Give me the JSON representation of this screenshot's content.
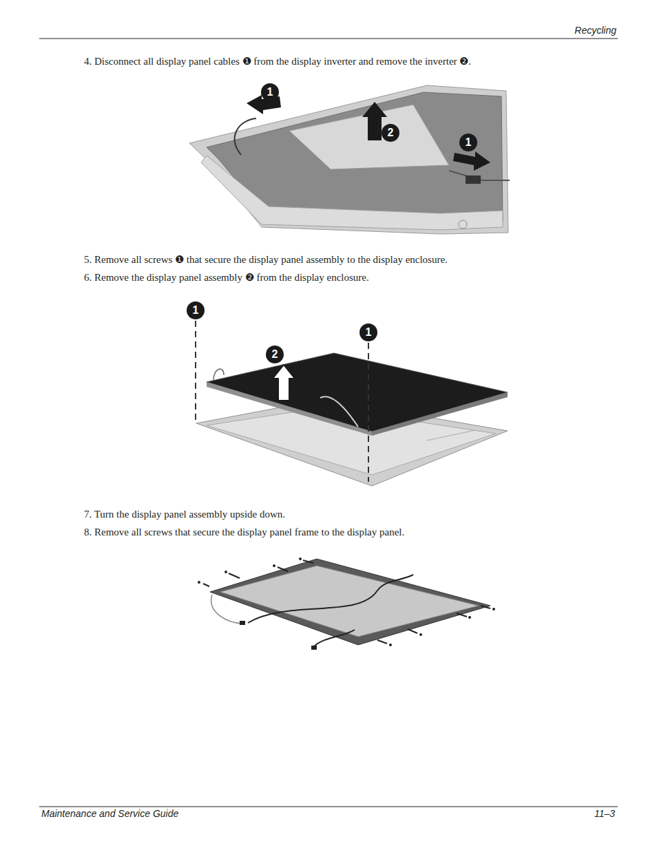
{
  "diagram": {
    "labels": [
      "Recycling",
      "4. Disconnect all display panel cables ❶ from the display inverter and remove the inverter ❷.",
      "1",
      "2",
      "1",
      "5. Remove all screws ❶ that secure the display panel assembly to the display enclosure.",
      "6. Remove the display panel assembly ❷ from the display enclosure.",
      "1",
      "1",
      "2",
      "7. Turn the display panel assembly upside down.",
      "8. Remove all screws that secure the display panel frame to the display panel.",
      "Maintenance and Service Guide",
      "11–3"
    ]
  }
}
